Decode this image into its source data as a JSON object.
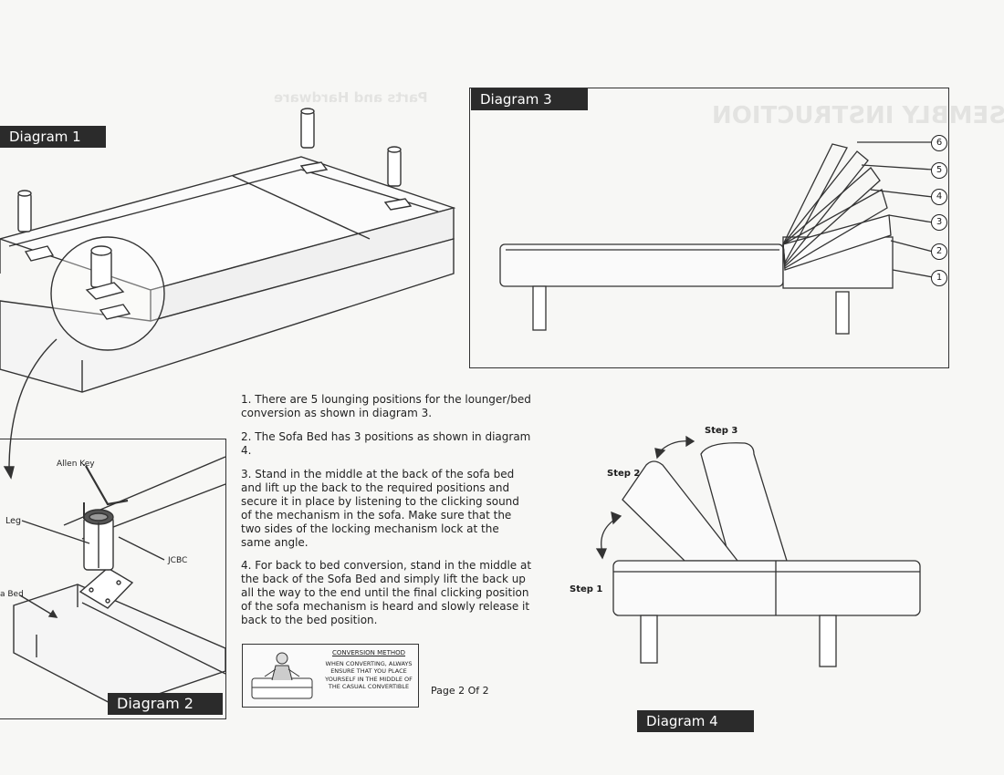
{
  "labels": {
    "diagram1": "Diagram 1",
    "diagram2": "Diagram 2",
    "diagram3": "Diagram 3",
    "diagram4": "Diagram 4"
  },
  "diagram2": {
    "allen_key": "Allen Key",
    "leg": "Leg",
    "jcbc": "JCBC",
    "bed": "a Bed"
  },
  "diagram3": {
    "positions": [
      "1",
      "2",
      "3",
      "4",
      "5",
      "6"
    ]
  },
  "diagram4": {
    "step1": "Step 1",
    "step2": "Step 2",
    "step3": "Step 3"
  },
  "instructions": {
    "p1": "1. There are 5 lounging positions for the lounger/bed conversion as shown in diagram 3.",
    "p2": "2. The Sofa Bed has 3 positions as shown in diagram 4.",
    "p3": "3. Stand in the middle at the back of the sofa bed and lift up the back to the required positions and secure it in place by listening to the clicking sound of the mechanism in the sofa. Make sure that the two sides of the locking mechanism lock at the same angle.",
    "p4": "4. For back to bed conversion, stand in the middle at the back of the Sofa Bed and simply lift the back up all the way to the end until the final clicking position of the sofa mechanism is heard and slowly release it back to the bed position."
  },
  "conversion": {
    "title": "CONVERSION METHOD",
    "text": "WHEN CONVERTING, ALWAYS ENSURE THAT YOU PLACE YOURSELF IN THE MIDDLE OF THE CASUAL CONVERTIBLE"
  },
  "page_number": "Page 2 Of 2"
}
